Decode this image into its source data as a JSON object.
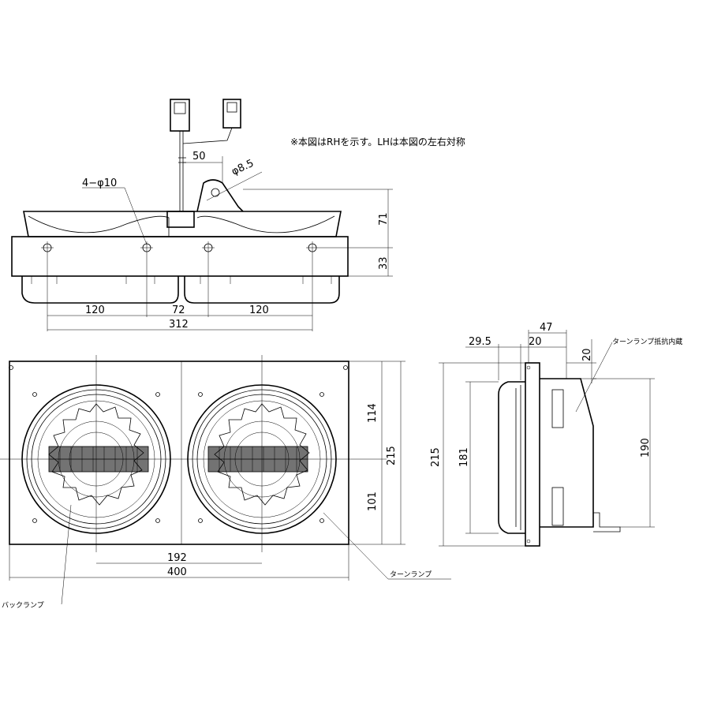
{
  "note": "※本図はRHを示す。LHは本図の左右対称",
  "top_view": {
    "hole_callout": "4−φ10",
    "dim_50": "50",
    "dim_phi85": "φ8.5",
    "dim_71": "71",
    "dim_33": "33",
    "dim_120_left": "120",
    "dim_72": "72",
    "dim_120_right": "120",
    "dim_312": "312"
  },
  "front_view": {
    "dim_114": "114",
    "dim_101": "101",
    "dim_215": "215",
    "dim_192": "192",
    "dim_400": "400",
    "label_back_lamp": "バックランプ",
    "label_turn_lamp": "ターンランプ"
  },
  "side_view": {
    "dim_47": "47",
    "dim_29_5": "29.5",
    "dim_20_top": "20",
    "dim_20_right": "20",
    "dim_215": "215",
    "dim_181": "181",
    "dim_190": "190",
    "label_resistor": "ターンランプ抵抗内蔵"
  }
}
